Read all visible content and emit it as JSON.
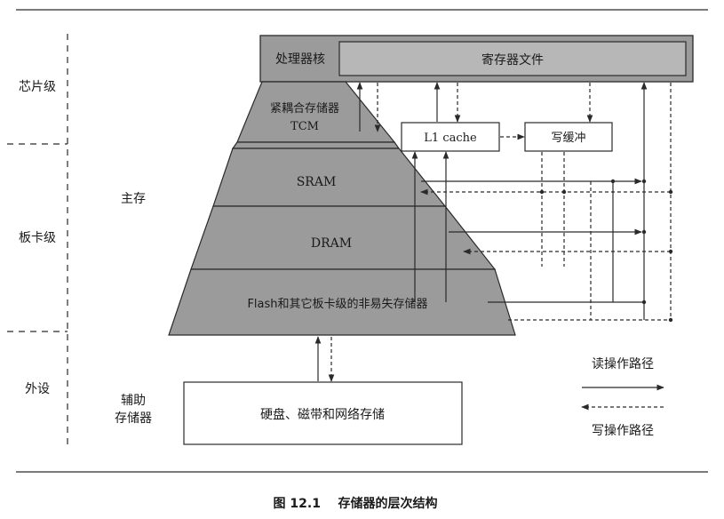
{
  "levels": {
    "chip": "芯片级",
    "board": "板卡级",
    "peripheral": "外设"
  },
  "categories": {
    "main_memory": "主存",
    "aux_line1": "辅助",
    "aux_line2": "存储器"
  },
  "blocks": {
    "processor_core": "处理器核",
    "register_file": "寄存器文件",
    "tcm_line1": "紧耦合存储器",
    "tcm_line2": "TCM",
    "sram": "SRAM",
    "dram": "DRAM",
    "flash": "Flash和其它板卡级的非易失存储器",
    "l1_cache": "L1 cache",
    "write_buffer": "写缓冲",
    "disk": "硬盘、磁带和网络存储"
  },
  "legend": {
    "read": "读操作路径",
    "write": "写操作路径"
  },
  "caption": "图 12.1    存储器的层次结构",
  "colors": {
    "block_fill": "#9b9b9b",
    "register_fill": "#b7b7b7",
    "line": "#2a2a2a"
  }
}
